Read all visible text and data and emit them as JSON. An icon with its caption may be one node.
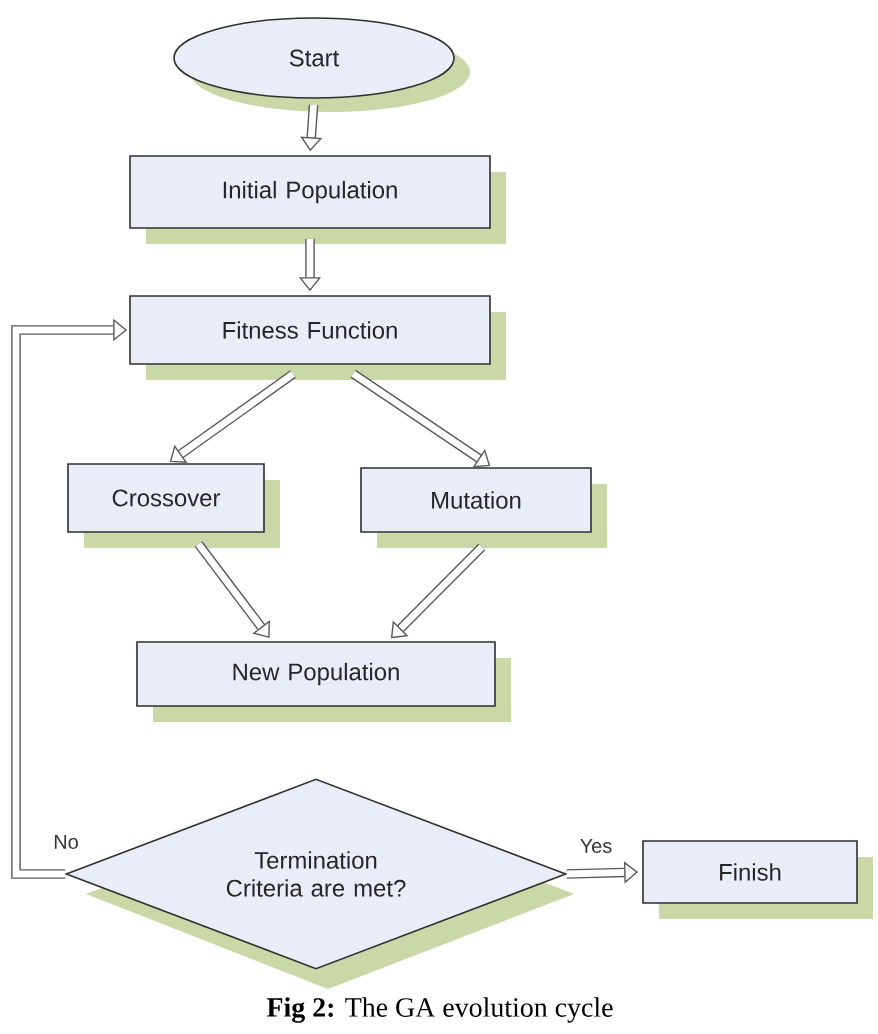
{
  "diagram": {
    "caption": "**Fig 2:** The GA evolution cycle",
    "nodes": [
      {
        "text": [
          "Start"
        ]
      },
      {
        "text": [
          "Initial Population"
        ]
      },
      {
        "text": [
          "Fitness Function"
        ]
      },
      {
        "text": [
          "Crossover"
        ]
      },
      {
        "text": [
          "Mutation"
        ]
      },
      {
        "text": [
          "New Population"
        ]
      },
      {
        "text": [
          "Termination Criteria are met?"
        ]
      },
      {
        "text": [
          "Finish"
        ]
      }
    ],
    "edges": [
      {
        "from": 0,
        "to": 1,
        "arrow": "to"
      },
      {
        "from": 1,
        "to": 2,
        "arrow": "to"
      },
      {
        "from": 2,
        "to": 3,
        "arrow": "to"
      },
      {
        "from": 2,
        "to": 4,
        "arrow": "to"
      },
      {
        "from": 3,
        "to": 5,
        "arrow": "to"
      },
      {
        "from": 4,
        "to": 5,
        "arrow": "to"
      },
      {
        "from": 6,
        "to": 7,
        "arrow": "to",
        "label": "Yes"
      },
      {
        "from": 6,
        "to": 2,
        "arrow": "to",
        "label": "No"
      }
    ]
  }
}
